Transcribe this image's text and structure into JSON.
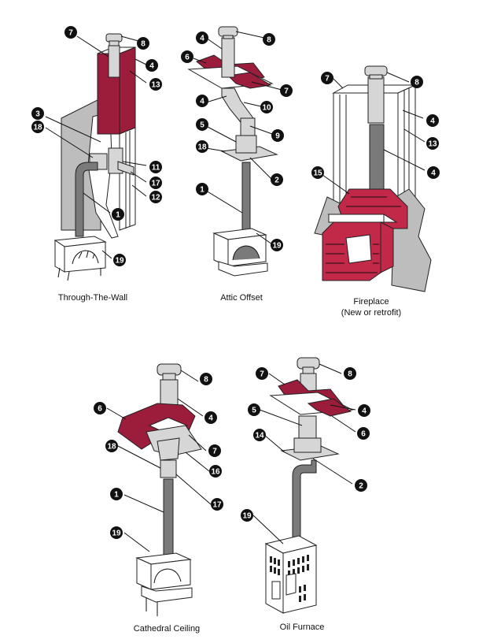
{
  "colors": {
    "maroon": "#9c1c3c",
    "brick": "#c22848",
    "wall": "#bdbdbd",
    "pipe": "#7a7a7a",
    "steel": "#d6d6d6",
    "badge": "#111111"
  },
  "installations": [
    {
      "caption": "Through-The-Wall",
      "subcaption": "",
      "callouts": [
        "7",
        "8",
        "4",
        "13",
        "3",
        "18",
        "11",
        "17",
        "12",
        "1",
        "19"
      ]
    },
    {
      "caption": "Attic Offset",
      "subcaption": "",
      "callouts": [
        "4",
        "8",
        "6",
        "7",
        "4",
        "10",
        "9",
        "5",
        "18",
        "2",
        "1",
        "19"
      ]
    },
    {
      "caption": "Fireplace",
      "subcaption": "(New or retrofit)",
      "callouts": [
        "7",
        "8",
        "4",
        "13",
        "4",
        "15"
      ]
    },
    {
      "caption": "Cathedral Ceiling",
      "subcaption": "",
      "callouts": [
        "8",
        "4",
        "6",
        "7",
        "18",
        "16",
        "17",
        "1",
        "19"
      ]
    },
    {
      "caption": "Oil Furnace",
      "subcaption": "",
      "callouts": [
        "7",
        "8",
        "4",
        "6",
        "5",
        "14",
        "2",
        "19"
      ]
    }
  ]
}
